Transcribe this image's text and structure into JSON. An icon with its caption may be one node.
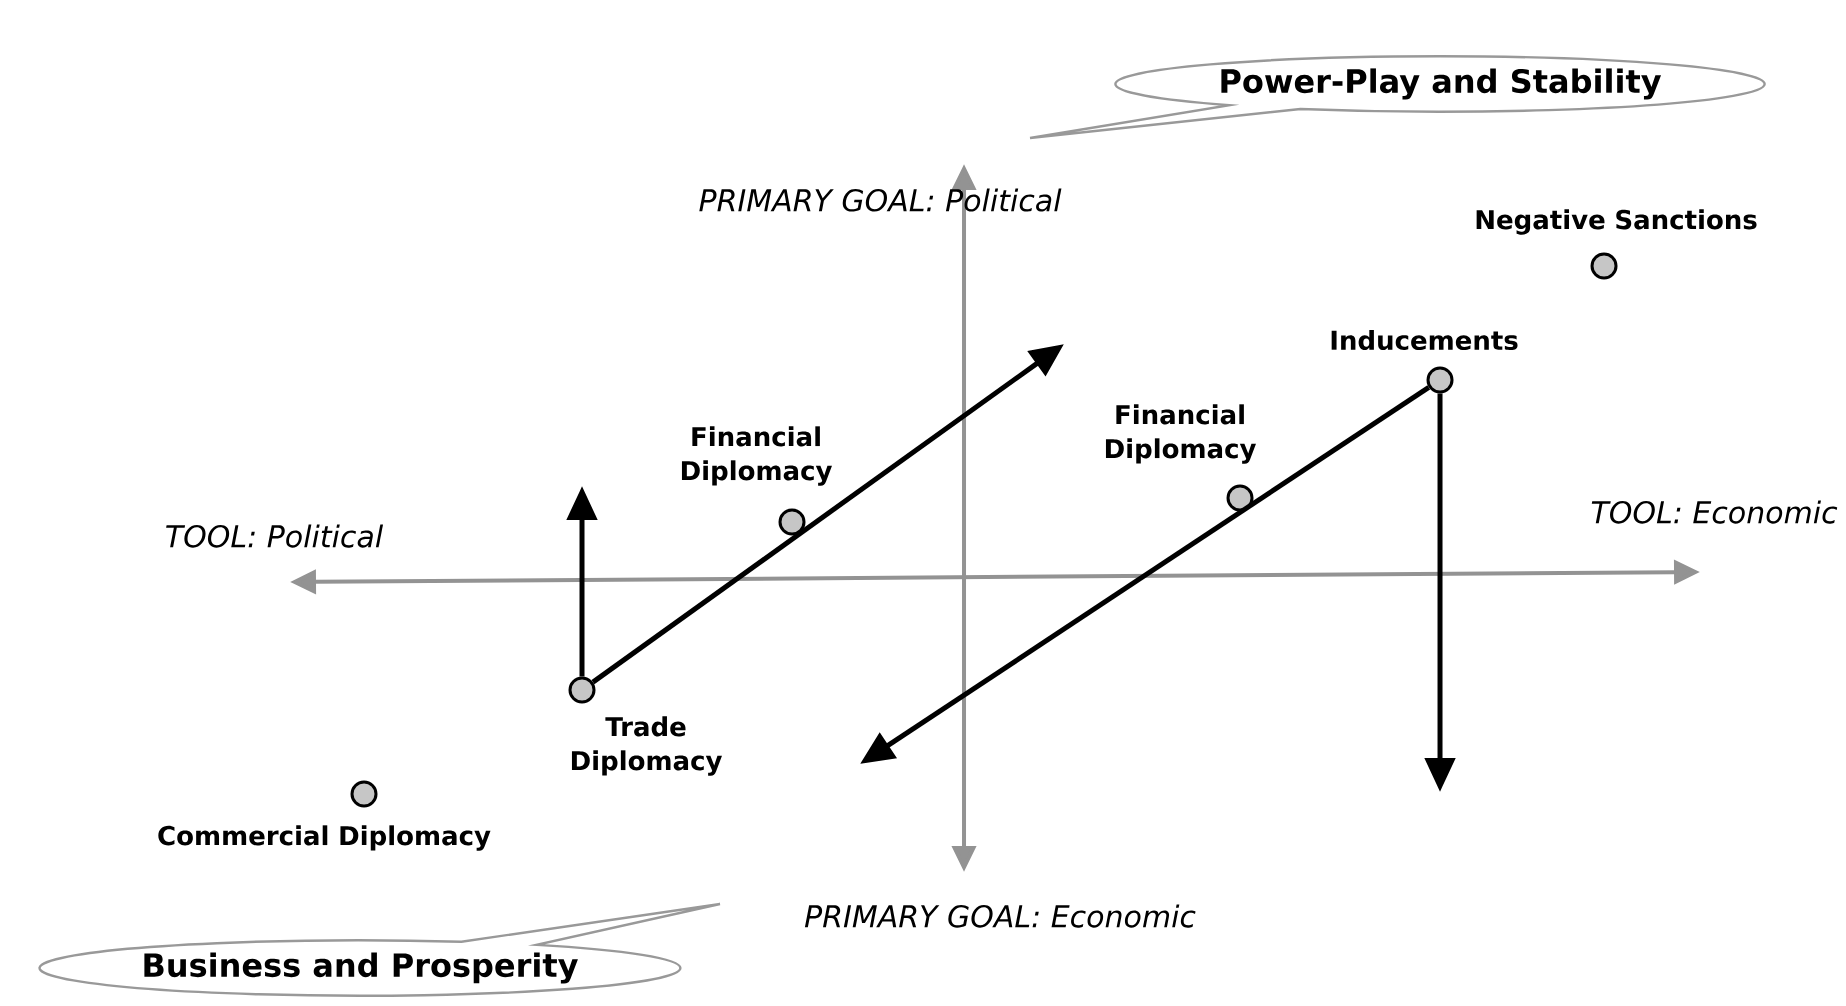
{
  "diagram": {
    "nodes": [
      {
        "text": [
          "Power-Play and Stability"
        ]
      },
      {
        "text": [],
        "shape": "circle",
        "beside": [
          "Negative Sanctions"
        ]
      },
      {
        "text": [],
        "shape": "circle",
        "beside": [
          "Inducements"
        ]
      },
      {
        "text": [],
        "shape": "circle",
        "beside": [
          "Financial Diplomacy"
        ]
      },
      {
        "text": [],
        "shape": "circle",
        "beside": [
          "Financial Diplomacy"
        ]
      },
      {
        "text": [],
        "shape": "circle",
        "beside": [
          "Trade Diplomacy"
        ]
      },
      {
        "text": [],
        "shape": "circle",
        "beside": [
          "Commercial Diplomacy"
        ]
      },
      {
        "text": [
          "Business and Prosperity"
        ]
      }
    ],
    "edges": [
      {
        "from": 5,
        "to": null,
        "arrow": "to"
      },
      {
        "from": 5,
        "to": null,
        "arrow": "to"
      },
      {
        "from": 2,
        "to": null,
        "arrow": "to"
      },
      {
        "from": 2,
        "to": null,
        "arrow": "to"
      }
    ],
    "labels": [
      "PRIMARY GOAL: Political",
      "TOOL: Political",
      "TOOL: Economic",
      "PRIMARY GOAL: Economic"
    ]
  }
}
